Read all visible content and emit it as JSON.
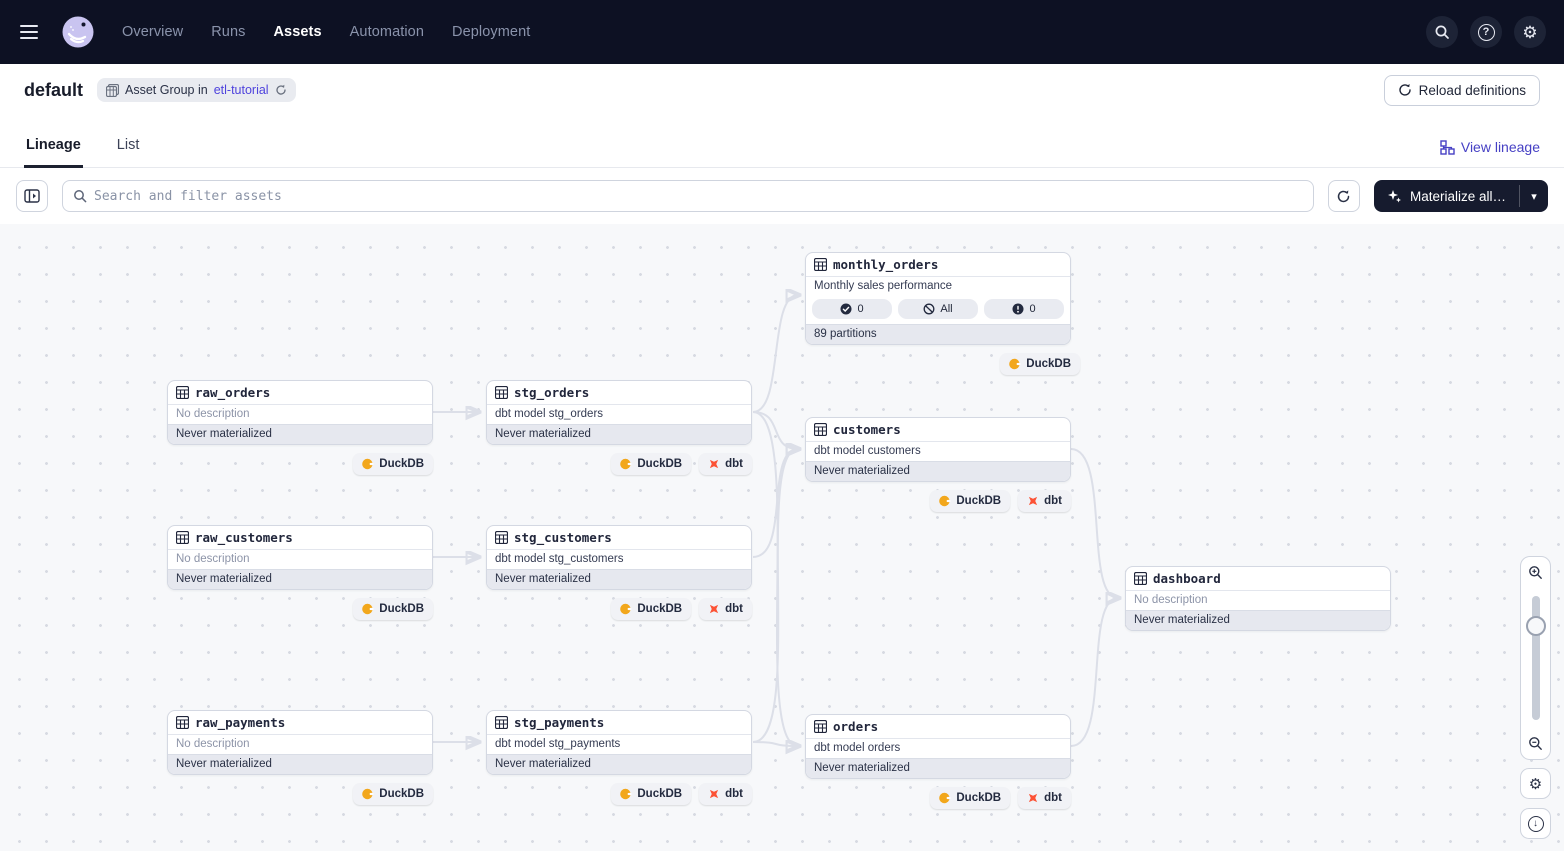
{
  "nav": {
    "items": [
      {
        "label": "Overview"
      },
      {
        "label": "Runs"
      },
      {
        "label": "Assets"
      },
      {
        "label": "Automation"
      },
      {
        "label": "Deployment"
      }
    ],
    "active_item": "Assets"
  },
  "header": {
    "title": "default",
    "badge_text": "Asset Group in",
    "badge_link": "etl-tutorial",
    "reload_label": "Reload definitions"
  },
  "tabs": {
    "lineage": "Lineage",
    "list": "List",
    "view_lineage": "View lineage"
  },
  "toolbar": {
    "search_placeholder": "Search and filter assets",
    "materialize_label": "Materialize all…"
  },
  "graph": {
    "nodes": [
      {
        "name": "monthly_orders",
        "description": "Monthly sales performance",
        "pills": [
          "0",
          "All",
          "0"
        ],
        "footer": "89 partitions",
        "tags": [
          "DuckDB"
        ]
      },
      {
        "name": "raw_orders",
        "description": "No description",
        "footer": "Never materialized",
        "tags": [
          "DuckDB"
        ]
      },
      {
        "name": "stg_orders",
        "description": "dbt model stg_orders",
        "footer": "Never materialized",
        "tags": [
          "DuckDB",
          "dbt"
        ]
      },
      {
        "name": "customers",
        "description": "dbt model customers",
        "footer": "Never materialized",
        "tags": [
          "DuckDB",
          "dbt"
        ]
      },
      {
        "name": "raw_customers",
        "description": "No description",
        "footer": "Never materialized",
        "tags": [
          "DuckDB"
        ]
      },
      {
        "name": "stg_customers",
        "description": "dbt model stg_customers",
        "footer": "Never materialized",
        "tags": [
          "DuckDB",
          "dbt"
        ]
      },
      {
        "name": "dashboard",
        "description": "No description",
        "footer": "Never materialized",
        "tags": []
      },
      {
        "name": "raw_payments",
        "description": "No description",
        "footer": "Never materialized",
        "tags": [
          "DuckDB"
        ]
      },
      {
        "name": "stg_payments",
        "description": "dbt model stg_payments",
        "footer": "Never materialized",
        "tags": [
          "DuckDB",
          "dbt"
        ]
      },
      {
        "name": "orders",
        "description": "dbt model orders",
        "footer": "Never materialized",
        "tags": [
          "DuckDB",
          "dbt"
        ]
      }
    ],
    "edges": [
      {
        "from": "raw_orders",
        "to": "stg_orders"
      },
      {
        "from": "raw_customers",
        "to": "stg_customers"
      },
      {
        "from": "raw_payments",
        "to": "stg_payments"
      },
      {
        "from": "stg_orders",
        "to": "monthly_orders"
      },
      {
        "from": "stg_orders",
        "to": "customers"
      },
      {
        "from": "stg_orders",
        "to": "orders"
      },
      {
        "from": "stg_customers",
        "to": "customers"
      },
      {
        "from": "stg_payments",
        "to": "customers"
      },
      {
        "from": "stg_payments",
        "to": "orders"
      },
      {
        "from": "customers",
        "to": "dashboard"
      },
      {
        "from": "orders",
        "to": "dashboard"
      }
    ]
  },
  "icons": {
    "help": "?",
    "gear": "⚙",
    "caret_down": "▾",
    "download_arrow": "↓"
  },
  "colors": {
    "nav_bg": "#0d1123",
    "accent_blurple": "#4f43dd",
    "dark_button": "#161b2e",
    "duckdb": "#f2a71c",
    "dbt": "#fc5235",
    "edge": "#dcdfe8",
    "canvas_bg": "#f7f8fa"
  }
}
